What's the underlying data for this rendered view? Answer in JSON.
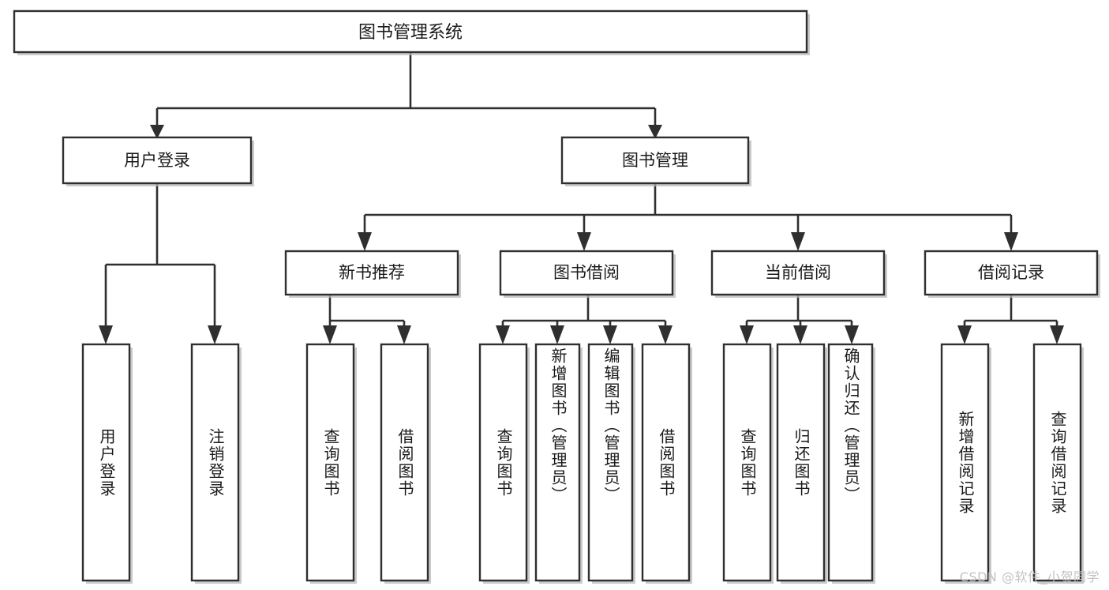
{
  "diagram": {
    "title": "图书管理系统",
    "watermark": "CSDN @软件_小贺同学",
    "root": {
      "label": "图书管理系统"
    },
    "level1": [
      {
        "label": "用户登录"
      },
      {
        "label": "图书管理"
      }
    ],
    "level2": [
      {
        "label": "新书推荐"
      },
      {
        "label": "图书借阅"
      },
      {
        "label": "当前借阅"
      },
      {
        "label": "借阅记录"
      }
    ],
    "leaves": {
      "user_login": [
        {
          "label": "用户登录"
        },
        {
          "label": "注销登录"
        }
      ],
      "new_book_recommend": [
        {
          "label": "查询图书"
        },
        {
          "label": "借阅图书"
        }
      ],
      "book_borrow": [
        {
          "label": "查询图书"
        },
        {
          "label": "新增图书（管理员）"
        },
        {
          "label": "编辑图书（管理员）"
        },
        {
          "label": "借阅图书"
        }
      ],
      "current_borrow": [
        {
          "label": "查询图书"
        },
        {
          "label": "归还图书"
        },
        {
          "label": "确认归还（管理员）"
        }
      ],
      "borrow_record": [
        {
          "label": "新增借阅记录"
        },
        {
          "label": "查询借阅记录"
        }
      ]
    },
    "colors": {
      "stroke": "#2f2f2f",
      "fill": "#ffffff",
      "text": "#1a1a1a",
      "watermark": "#c2c2c2"
    }
  }
}
